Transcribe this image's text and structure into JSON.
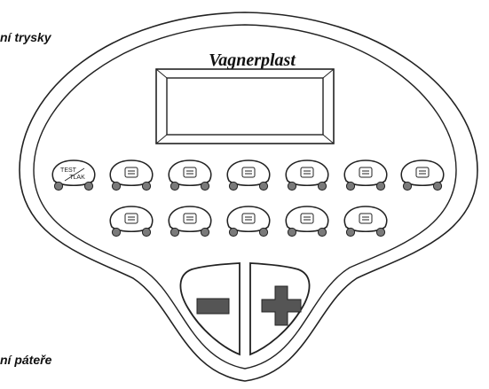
{
  "labels": {
    "top_left": "ní trysky",
    "bottom_left": "ní páteře"
  },
  "panel": {
    "brand": "Vagnerplast",
    "test_button": {
      "line1": "TEST",
      "line2": "TLAK"
    }
  },
  "buttons": {
    "row1": [
      "test-tlak",
      "handheld-shower",
      "shower-head",
      "air-bubbles",
      "back-massage",
      "aroma",
      "light"
    ],
    "row2": [
      "water-jets",
      "speaker",
      "arrow-mode",
      "clock",
      "heater"
    ]
  },
  "controls": {
    "minus_icon": "minus-icon",
    "plus_icon": "plus-icon"
  },
  "colors": {
    "outline": "#222222",
    "led": "#7a7a7a",
    "sign": "#555555",
    "background": "#ffffff"
  }
}
